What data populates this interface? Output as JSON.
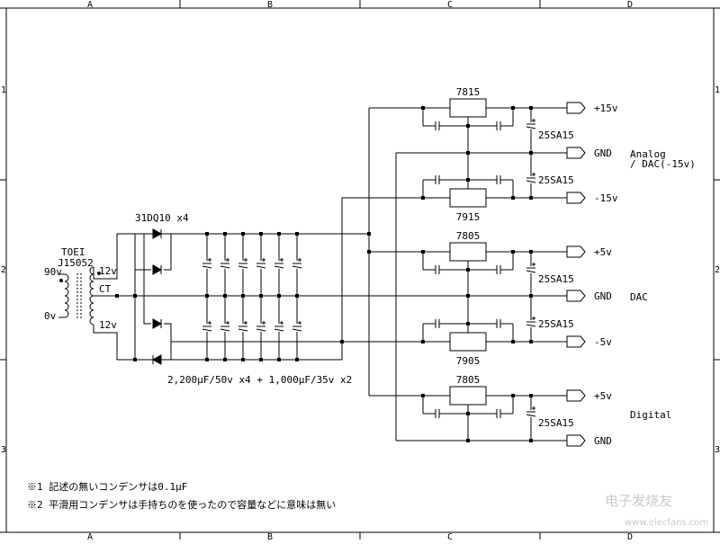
{
  "frame": {
    "col_labels": [
      "A",
      "B",
      "C",
      "D"
    ],
    "row_labels": [
      "1",
      "2",
      "3"
    ]
  },
  "transformer": {
    "maker": "TOEI",
    "model": "J15052",
    "primary_high": "90v",
    "primary_low": "0v",
    "secondary_top": "12v",
    "secondary_ct": "CT",
    "secondary_bottom": "12v"
  },
  "rectifier": {
    "label": "31DQ10 x4"
  },
  "smoothing": {
    "label": "2,200μF/50v x4 + 1,000μF/35v x2"
  },
  "regulators": [
    "7815",
    "7915",
    "7805",
    "7905",
    "7805"
  ],
  "output_caps": [
    "25SA15",
    "25SA15",
    "25SA15",
    "25SA15",
    "25SA15"
  ],
  "outputs": [
    "+15v",
    "GND",
    "-15v",
    "+5v",
    "GND",
    "-5v",
    "+5v",
    "GND"
  ],
  "groups": {
    "analog_line1": "Analog",
    "analog_line2": "/ DAC(-15v)",
    "dac": "DAC",
    "digital": "Digital"
  },
  "notes": [
    "※1 記述の無いコンデンサは0.1μF",
    "※2 平滑用コンデンサは手持ちのを使ったので容量などに意味は無い"
  ],
  "watermark": {
    "main": "电子发烧友",
    "sub": "www.elecfans.com"
  }
}
